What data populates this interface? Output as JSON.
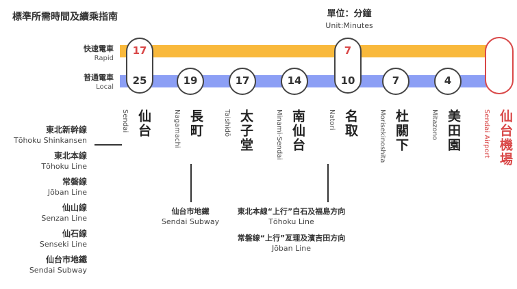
{
  "title": "標準所需時間及續乘指南",
  "unit": {
    "zh": "單位：分鐘",
    "en": "Unit:Minutes"
  },
  "legend": {
    "rapid": {
      "zh": "快速電車",
      "en": "Rapid"
    },
    "local": {
      "zh": "普通電車",
      "en": "Local"
    }
  },
  "colors": {
    "rapid": "#f9b93c",
    "local": "#8c9ff5",
    "terminal": "#d94848",
    "rapid_text": "#d94848"
  },
  "stations": [
    {
      "zh": "仙台",
      "en": "Sendai",
      "rapid": "17",
      "local": "25"
    },
    {
      "zh": "長町",
      "en": "Nagamachi",
      "local": "19"
    },
    {
      "zh": "太子堂",
      "en": "Taishidō",
      "local": "17"
    },
    {
      "zh": "南仙台",
      "en": "Minami-Sendai",
      "local": "14"
    },
    {
      "zh": "名取",
      "en": "Natori",
      "rapid": "7",
      "local": "10"
    },
    {
      "zh": "杜關下",
      "en": "Morisekinoshita",
      "local": "7"
    },
    {
      "zh": "美田園",
      "en": "Mitazono",
      "local": "4"
    },
    {
      "zh": "仙台機場",
      "en": "Sendai Airport"
    }
  ],
  "sendai_lines": [
    {
      "zh": "東北新幹線",
      "en": "Tōhoku Shinkansen"
    },
    {
      "zh": "東北本線",
      "en": "Tōhoku Line"
    },
    {
      "zh": "常磐線",
      "en": "Jōban Line"
    },
    {
      "zh": "仙山線",
      "en": "Senzan Line"
    },
    {
      "zh": "仙石線",
      "en": "Senseki Line"
    },
    {
      "zh": "仙台市地鐵",
      "en": "Sendai Subway"
    }
  ],
  "nagamachi_connection": {
    "zh": "仙台市地鐵",
    "en": "Sendai Subway"
  },
  "natori_connections": [
    {
      "zh": "東北本線“上行”白石及福島方向",
      "en": "Tōhoku Line"
    },
    {
      "zh": "常磐線“上行”亙理及濱吉田方向",
      "en": "Jōban Line"
    }
  ]
}
